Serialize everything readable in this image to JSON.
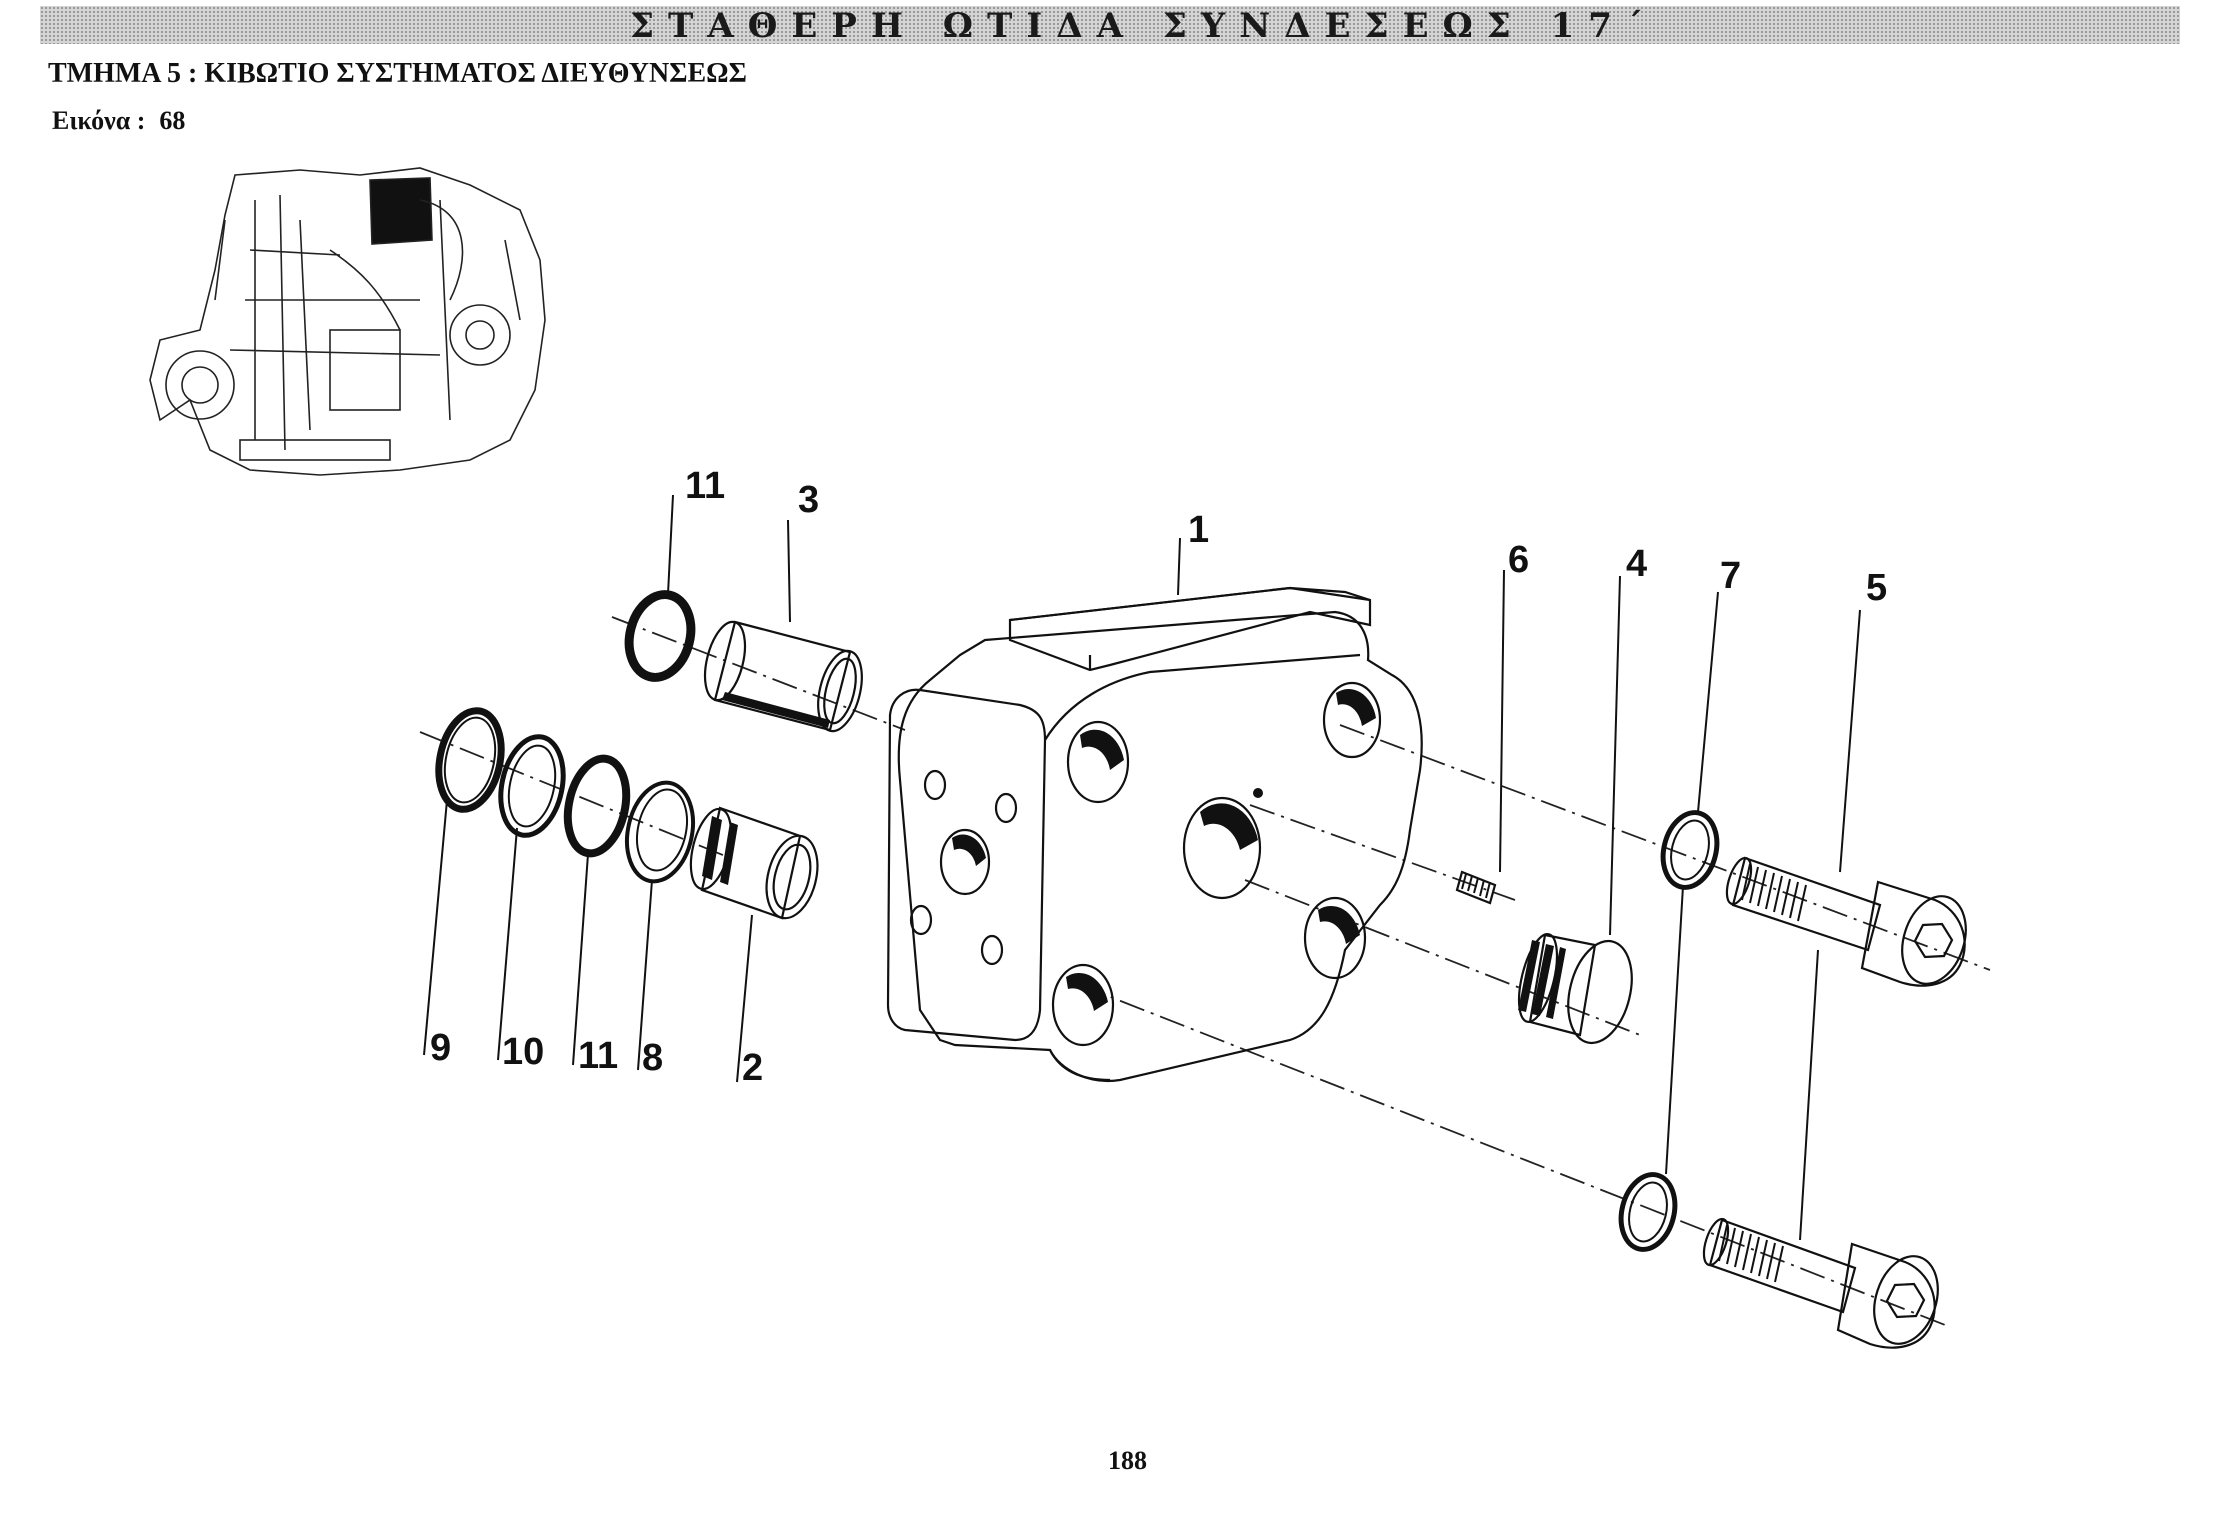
{
  "header": {
    "title": "ΣΤΑΘΕΡΗ ΩΤΙΔΑ ΣΥΝΔΕΣΕΩΣ 17΄"
  },
  "section": {
    "title": "ΤΜΗΜΑ 5 : ΚΙΒΩΤΙΟ ΣΥΣΤΗΜΑΤΟΣ ΔΙΕΥΘΥΝΣΕΩΣ"
  },
  "figure": {
    "label": "Εικόνα :",
    "number": "68"
  },
  "callouts": {
    "c1": "1",
    "c2": "2",
    "c3": "3",
    "c4": "4",
    "c5": "5",
    "c6": "6",
    "c7": "7",
    "c8": "8",
    "c9": "9",
    "c10": "10",
    "c11_top": "11",
    "c11_bottom": "11"
  },
  "footer": {
    "page_number": "188"
  }
}
